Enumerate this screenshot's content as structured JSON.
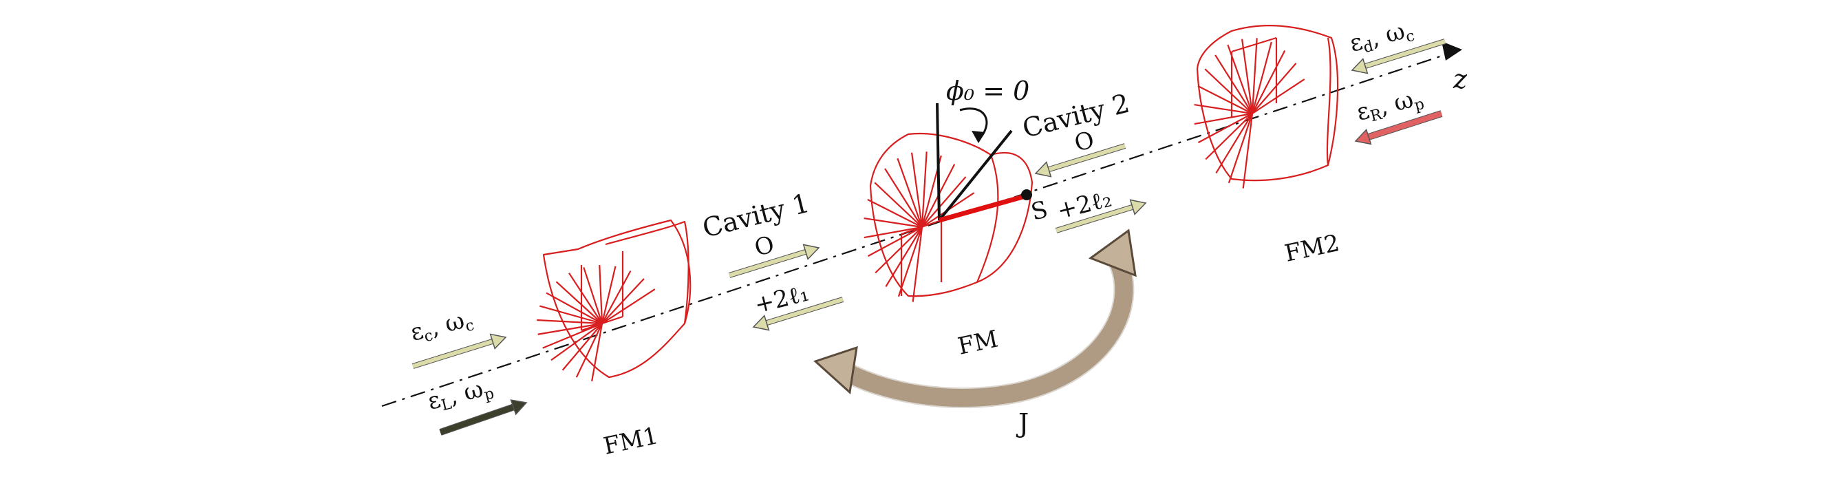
{
  "diagram": {
    "axis_label": "z",
    "mirrors": {
      "left": "FM1",
      "center": "FM",
      "right": "FM2"
    },
    "angle_label": "ϕ₀ = 0",
    "cavity1": {
      "name": "Cavity 1",
      "origin": "O",
      "offset": "+2ℓ₁"
    },
    "cavity2": {
      "name": "Cavity 2",
      "origin": "O",
      "point": "S",
      "offset": "+2ℓ₂"
    },
    "rotation_label": "J",
    "fields": {
      "left_top": {
        "main": "ε",
        "sub": "c",
        "freq": "ω",
        "freq_sub": "c"
      },
      "left_bottom": {
        "main": "ε",
        "sub": "L",
        "freq": "ω",
        "freq_sub": "p"
      },
      "right_top": {
        "main": "ε",
        "sub": "d",
        "freq": "ω",
        "freq_sub": "c"
      },
      "right_bottom": {
        "main": "ε",
        "sub": "R",
        "freq": "ω",
        "freq_sub": "p"
      }
    },
    "colors": {
      "mirror": "#d81e1e",
      "rod": "#e01010",
      "probe_in": "#3c3f2b",
      "probe_out": "#e06262",
      "control": "#dcdcaa",
      "rotation": "#c4b199"
    }
  }
}
